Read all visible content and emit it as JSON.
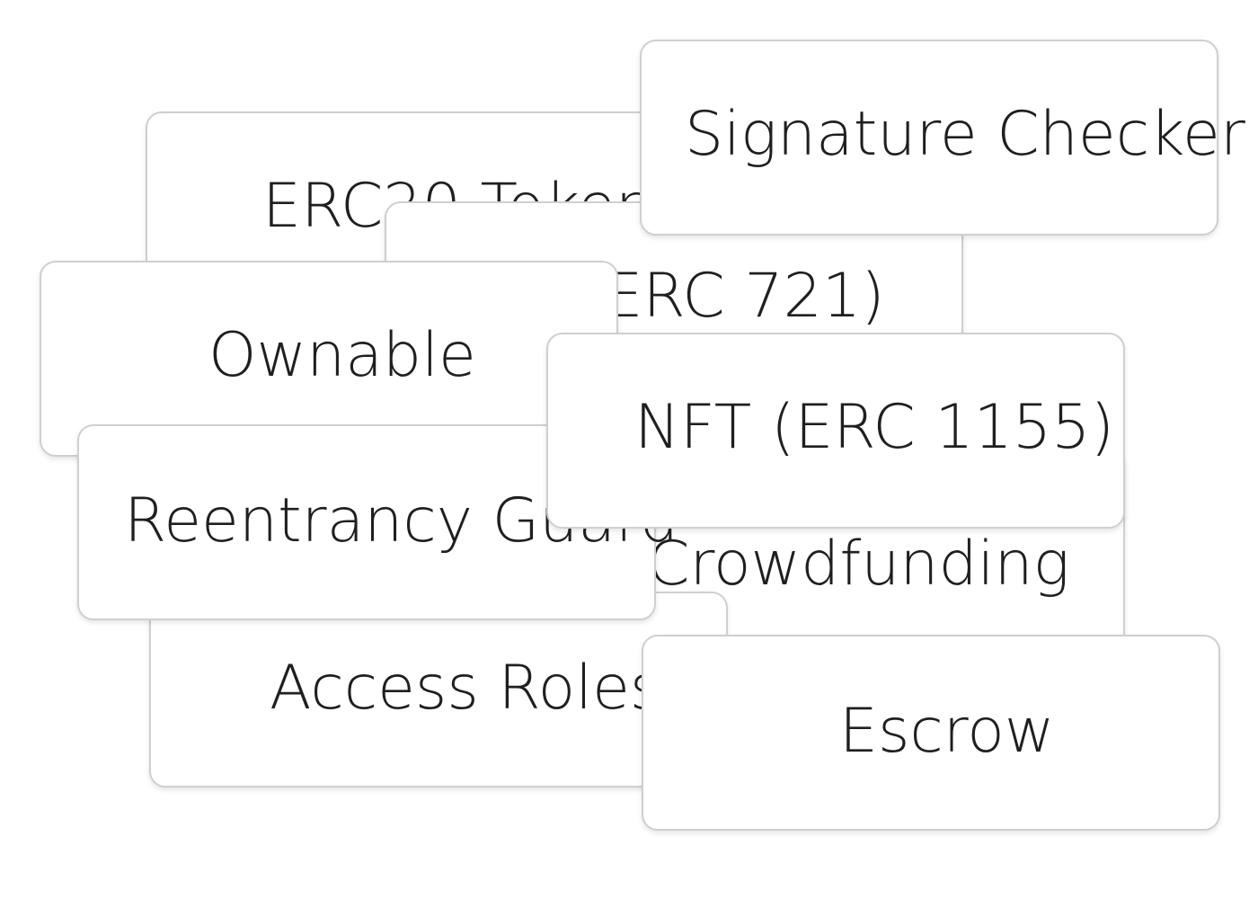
{
  "cards": {
    "erc20": {
      "label": "ERC20 Token"
    },
    "erc721": {
      "label": "NFT (ERC 721)"
    },
    "crowdfunding": {
      "label": "Crowdfunding"
    },
    "access_roles": {
      "label": "Access Roles"
    },
    "ownable": {
      "label": "Ownable"
    },
    "reentrancy": {
      "label": "Reentrancy Guard"
    },
    "signature": {
      "label": "Signature Checker"
    },
    "erc1155": {
      "label": "NFT (ERC 1155)"
    },
    "escrow": {
      "label": "Escrow"
    }
  }
}
